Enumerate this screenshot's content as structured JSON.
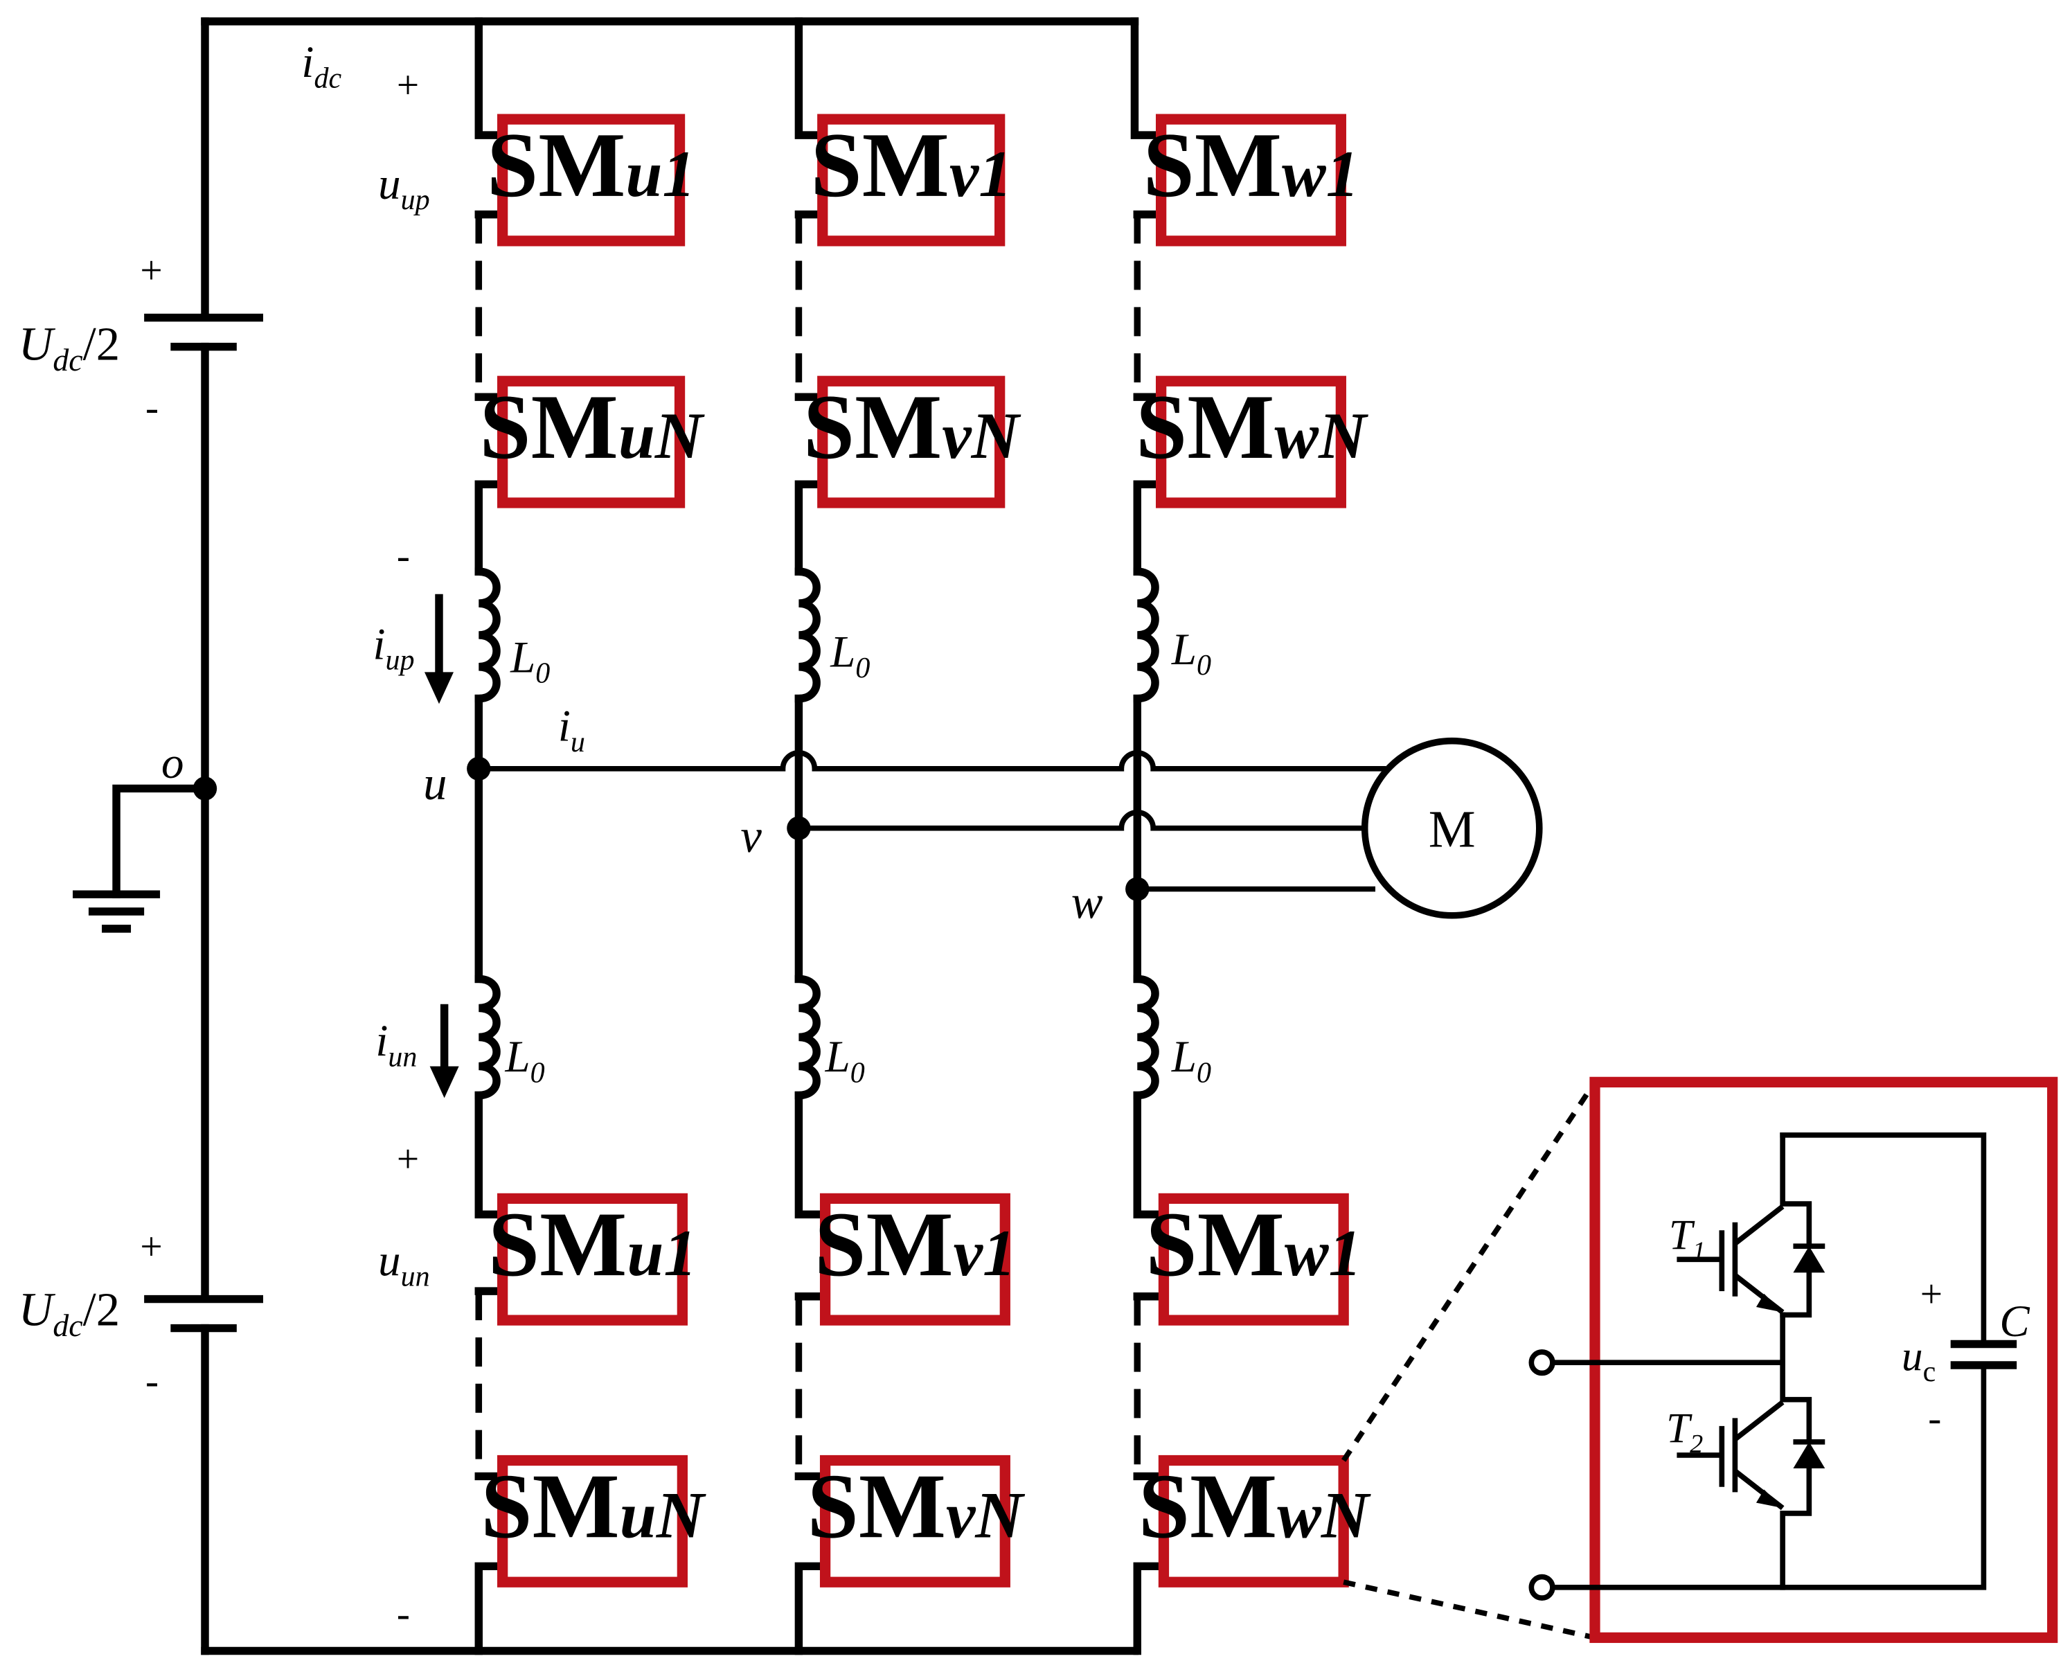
{
  "labels": {
    "i_dc": "i",
    "i_dc_sub": "dc",
    "plus": "+",
    "minus": "-",
    "u_up": "u",
    "u_up_sub": "up",
    "u_un": "u",
    "u_un_sub": "un",
    "U_dc": "U",
    "U_dc_sub": "dc",
    "U_dc_tail": "/2",
    "i_up": "i",
    "i_up_sub": "up",
    "i_un": "i",
    "i_un_sub": "un",
    "L0": "L",
    "L0_sub": "0",
    "i_u": "i",
    "i_u_sub": "u",
    "node_o": "o",
    "node_u": "u",
    "node_v": "v",
    "node_w": "w",
    "motor": "M",
    "T1": "T",
    "T1_sub": "1",
    "T2": "T",
    "T2_sub": "2",
    "uc": "u",
    "uc_sub": "c",
    "C": "C"
  },
  "submodules": {
    "SM": "SM",
    "u_top_1": "u1",
    "u_top_N": "uN",
    "v_top_1": "v1",
    "v_top_N": "vN",
    "w_top_1": "w1",
    "w_top_N": "wN",
    "u_bot_1": "u1",
    "u_bot_N": "uN",
    "v_bot_1": "v1",
    "v_bot_N": "vN",
    "w_bot_1": "w1",
    "w_bot_N": "wN"
  },
  "colors": {
    "submodule_border": "#c0121b",
    "detail_border": "#c0121b",
    "wire": "#000000"
  }
}
